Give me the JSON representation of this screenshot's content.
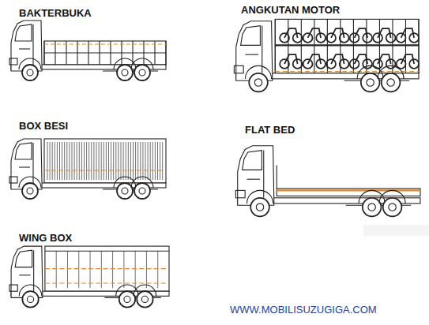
{
  "diagram": {
    "labels": [
      "BAKTERBUKA",
      "ANGKUTAN MOTOR",
      "BOX BESI",
      "FLAT BED",
      "WING BOX",
      "WWW.MOBILISUZUGIGA.COM"
    ]
  }
}
